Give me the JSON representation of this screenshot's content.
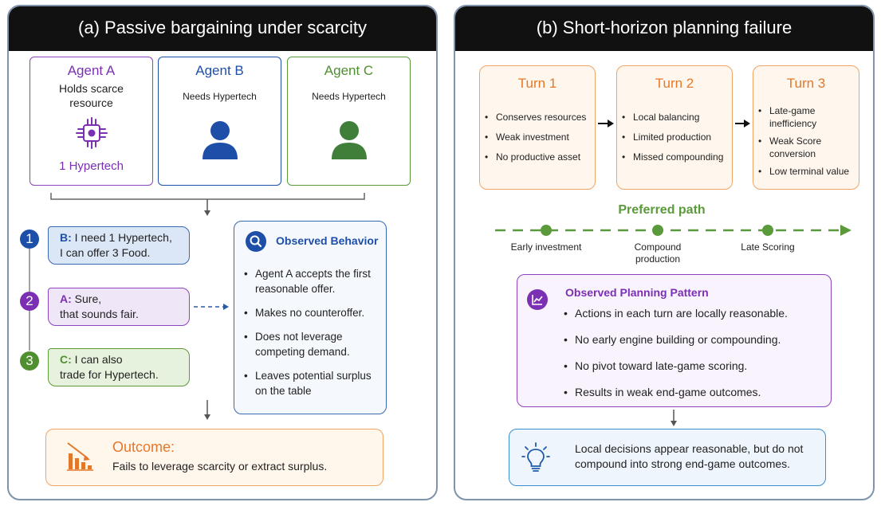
{
  "panel_a": {
    "title": "(a)  Passive bargaining under scarcity",
    "agent_a": {
      "name": "Agent A",
      "desc": "Holds scarce resource",
      "item": "1 Hypertech",
      "icon": "chip-icon"
    },
    "agent_b": {
      "name": "Agent B",
      "desc": "Needs Hypertech",
      "icon": "person-icon"
    },
    "agent_c": {
      "name": "Agent C",
      "desc": "Needs Hypertech",
      "icon": "person-icon"
    },
    "messages": [
      {
        "num": "1",
        "speaker": "B:",
        "line1": " I need 1 Hypertech,",
        "line2": "I can offer 3 Food."
      },
      {
        "num": "2",
        "speaker": "A:",
        "line1": " Sure,",
        "line2": "that sounds fair."
      },
      {
        "num": "3",
        "speaker": "C:",
        "line1": " I can also",
        "line2": "trade for Hypertech."
      }
    ],
    "observed": {
      "title": "Observed Behavior",
      "items": [
        "Agent A accepts the first reasonable offer.",
        "Makes no counteroffer.",
        "Does not leverage competing demand.",
        "Leaves potential surplus on the table"
      ]
    },
    "outcome": {
      "title": "Outcome:",
      "text": "Fails to leverage scarcity or extract surplus."
    }
  },
  "panel_b": {
    "title": "(b)  Short-horizon planning failure",
    "turns": [
      {
        "title": "Turn 1",
        "items": [
          "Conserves resources",
          "Weak investment",
          "No productive asset"
        ]
      },
      {
        "title": "Turn 2",
        "items": [
          "Local balancing",
          "Limited production",
          "Missed compounding"
        ]
      },
      {
        "title": "Turn 3",
        "items": [
          "Late-game inefficiency",
          "Weak Score conversion",
          "Low terminal value"
        ]
      }
    ],
    "path": {
      "title": "Preferred path",
      "stops": [
        "Early investment",
        "Compound production",
        "Late Scoring"
      ]
    },
    "pattern": {
      "title": "Observed Planning Pattern",
      "items": [
        "Actions in each turn are locally reasonable.",
        "No early engine building or compounding.",
        "No pivot toward late-game scoring.",
        "Results in weak end-game outcomes."
      ]
    },
    "insight": {
      "text": "Local decisions appear reasonable, but do not compound into strong end-game outcomes."
    }
  },
  "colors": {
    "purple": "#7b2fb3",
    "blue": "#1e4fa8",
    "green": "#4f8f2f",
    "orange": "#e4782a",
    "path_green": "#5b9a3a"
  }
}
